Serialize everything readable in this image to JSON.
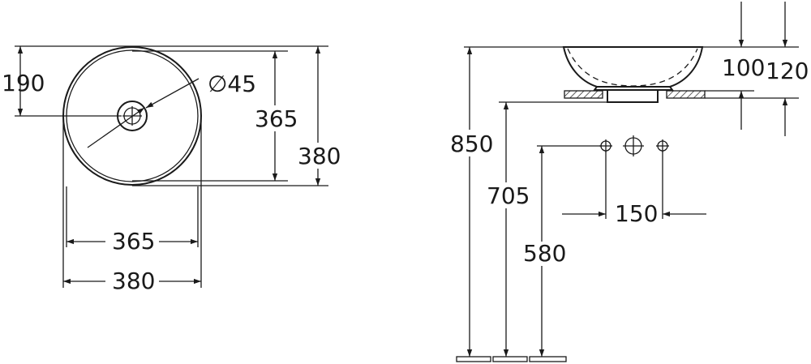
{
  "top_view": {
    "offset_190": "190",
    "hole_diameter": "∅45",
    "inner_height_365": "365",
    "outer_height_380": "380",
    "inner_width_365": "365",
    "outer_width_380": "380"
  },
  "side_view": {
    "bowl_height_100": "100",
    "overall_height_120": "120",
    "height_850": "850",
    "height_705": "705",
    "height_580": "580",
    "spacing_150": "150"
  }
}
